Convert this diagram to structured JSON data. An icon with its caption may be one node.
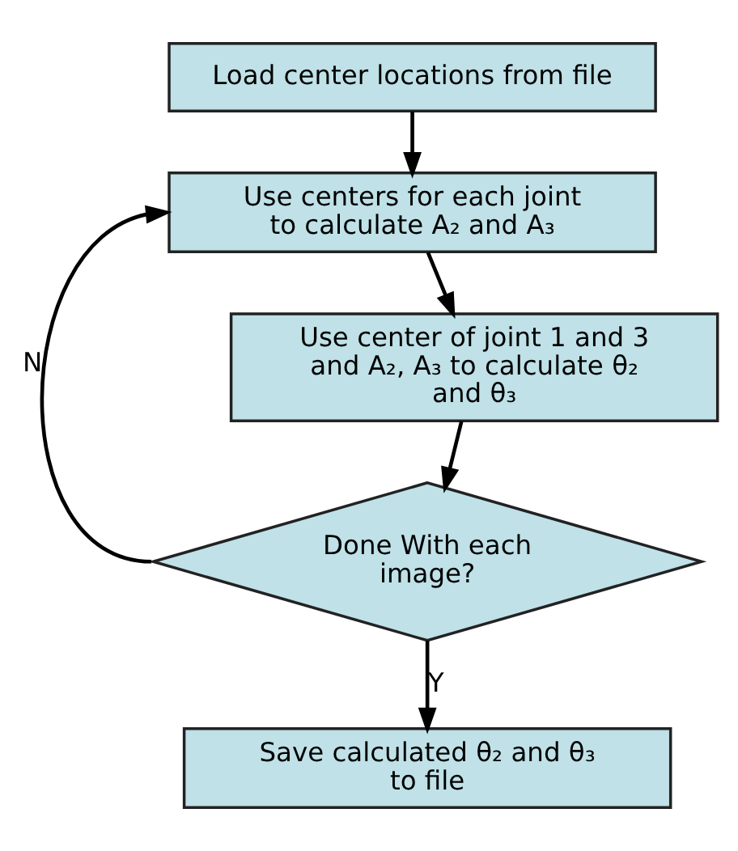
{
  "diagram": {
    "nodes": [
      {
        "text": [
          "Load center locations from file"
        ]
      },
      {
        "text": [
          "Use centers for each joint to calculate A₂ and A₃"
        ]
      },
      {
        "text": [
          "Use center of joint 1 and 3 and A₂, A₃ to calculate θ₂ and θ₃"
        ]
      },
      {
        "text": [
          "Done With each image?"
        ]
      },
      {
        "text": [
          "Save calculated θ₂ and θ₃ to file"
        ]
      }
    ],
    "edges": [
      {
        "from": 0,
        "to": 1,
        "arrow": "to"
      },
      {
        "from": 1,
        "to": 2,
        "arrow": "to"
      },
      {
        "from": 2,
        "to": 3,
        "arrow": "to"
      },
      {
        "from": 3,
        "to": 1,
        "arrow": "to",
        "label": "N"
      },
      {
        "from": 3,
        "to": 4,
        "arrow": "to",
        "label": "Y"
      }
    ]
  }
}
